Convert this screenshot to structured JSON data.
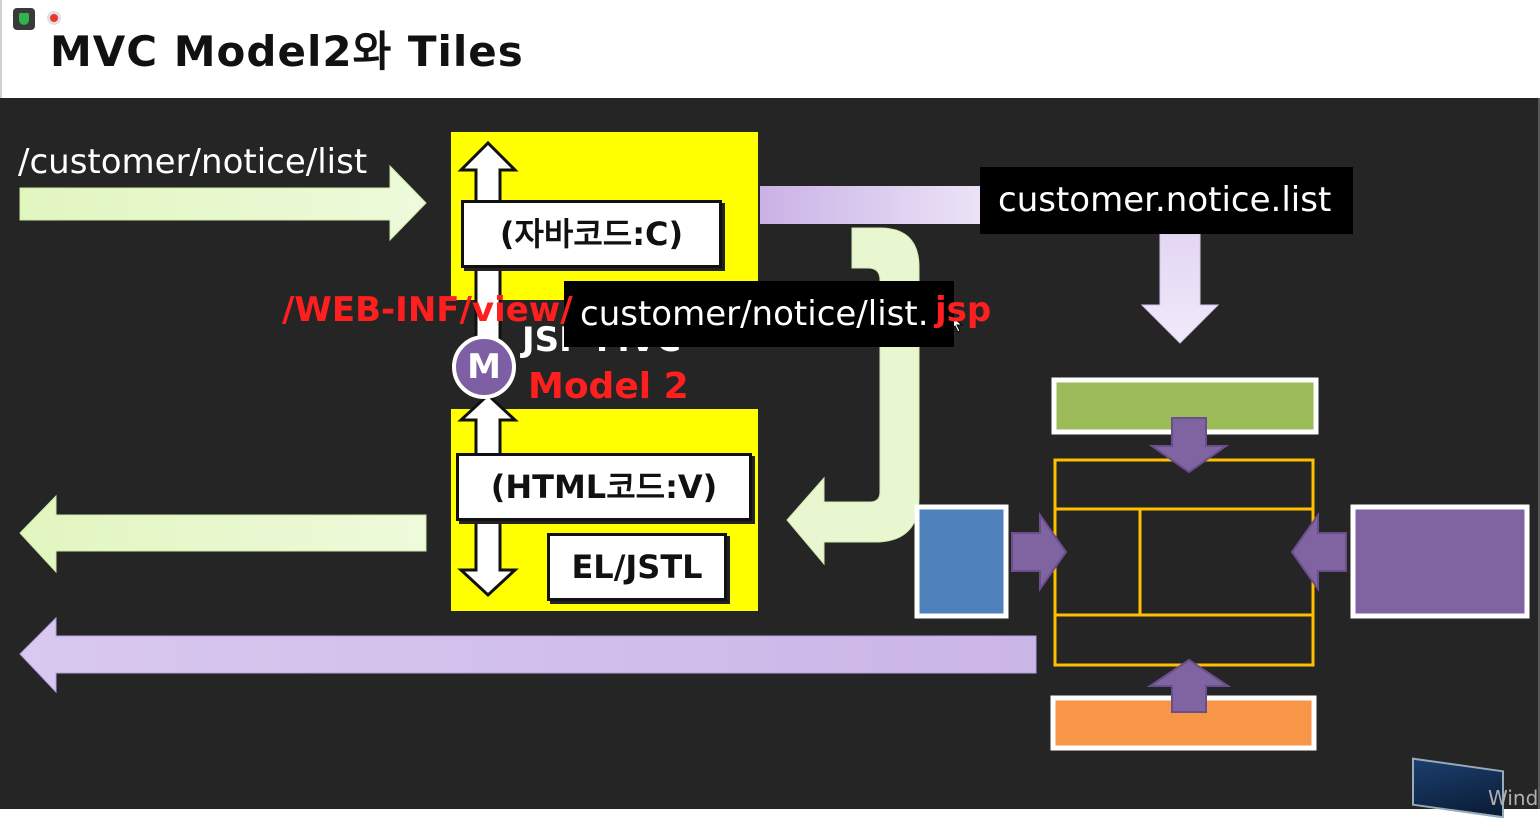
{
  "title": "MVC Model2와 Tiles",
  "window_icons": [
    "shield-icon",
    "record-icon"
  ],
  "request_url": "/customer/notice/list",
  "controller_code_label": "(자바코드:C)",
  "view_code_label": "(HTML코드:V)",
  "el_jstl_label": "EL/JSTL",
  "m_badge": "M",
  "jsp_mvc_label": "JSP MVC",
  "model2_label": "Model 2",
  "tiles_definition_name": "customer.notice.list",
  "view_path_prefix": "/WEB-INF/view/",
  "view_path_body": "customer/notice/list.",
  "view_path_ext": "jsp",
  "taskbar_text": "Wind",
  "colors": {
    "stage_background": "#252525",
    "jsp_block": "#ffff00",
    "request_arrow": "#e6f7c8",
    "tiles_arrow": "#d8c6ee",
    "highlight_red": "#ff1f1f",
    "tile_header": "#9bbb59",
    "tile_left": "#4f81bd",
    "tile_right": "#8064a2",
    "tile_footer": "#f79646",
    "layout_lines": "#ffc000",
    "merge_arrows": "#8064a2"
  }
}
